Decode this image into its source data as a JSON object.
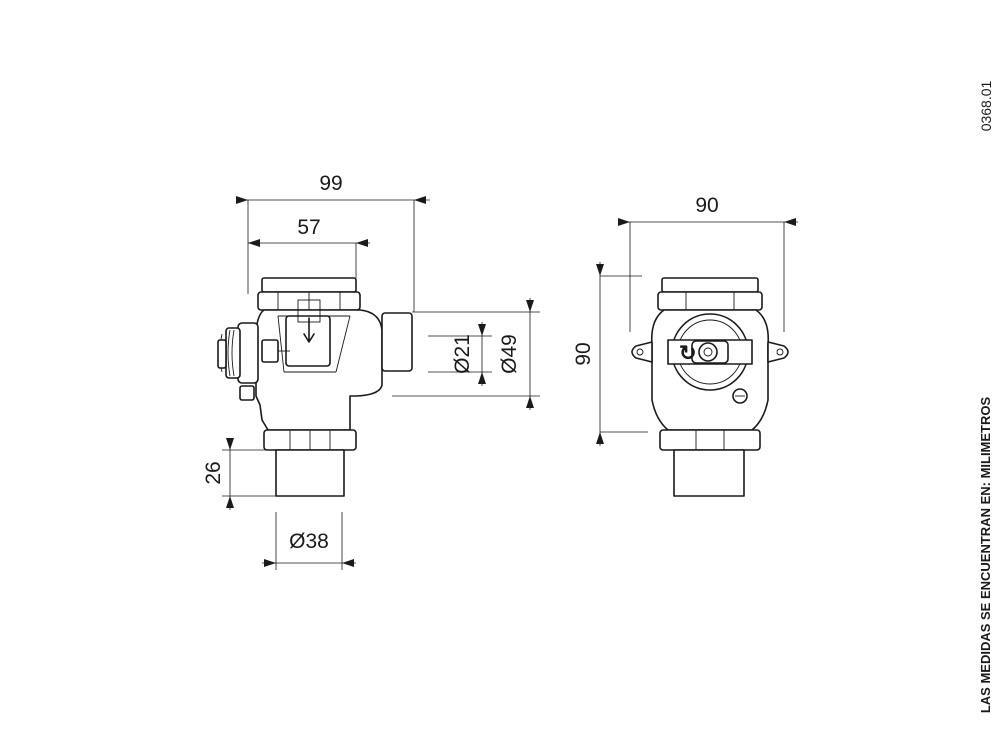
{
  "drawing_code": "0368.01",
  "note": "LAS MEDIDAS SE ENCUENTRAN EN: MILIMETROS",
  "side_view": {
    "overall_width": "99",
    "body_width": "57",
    "outlet_diameter": "Ø21",
    "outlet_flange_diameter": "Ø49",
    "bottom_spigot_height": "26",
    "bottom_spigot_diameter": "Ø38"
  },
  "front_view": {
    "width": "90",
    "height": "90"
  }
}
